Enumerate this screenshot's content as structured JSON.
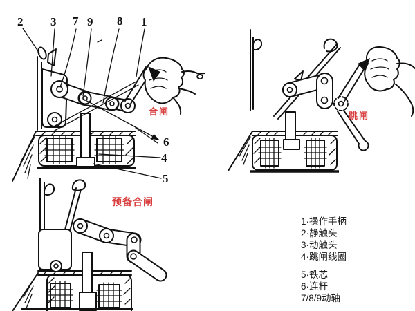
{
  "palette": {
    "ink": "#111111",
    "label_red": "#d94040",
    "paper": "#ffffff"
  },
  "states": {
    "closing": "合闸",
    "tripping": "跳闸",
    "ready": "预备合闸"
  },
  "callouts": {
    "top": [
      "2",
      "3",
      "7",
      "9",
      "8",
      "1"
    ],
    "side": [
      "6",
      "4",
      "5"
    ]
  },
  "legend": {
    "group1": [
      "1·操作手柄",
      "2·静触头",
      "3·动触头",
      "4·跳闸线圈"
    ],
    "group2": [
      "5·铁芯",
      "6·连杆",
      "7/8/9动轴"
    ]
  }
}
